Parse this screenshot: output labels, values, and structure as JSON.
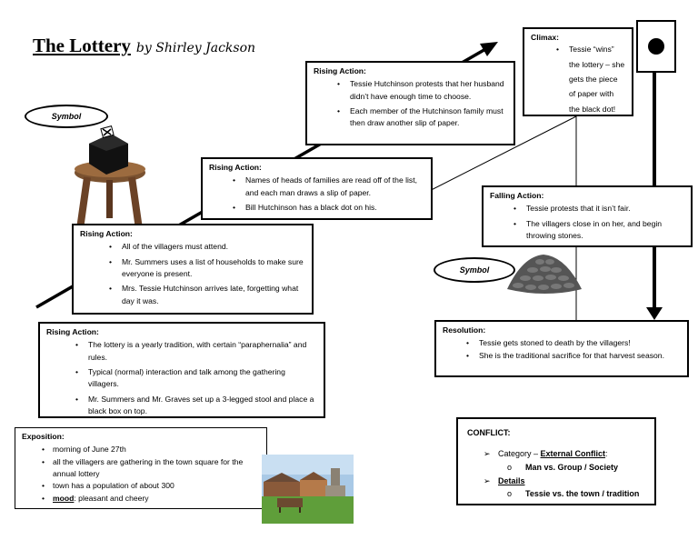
{
  "title": {
    "main": "The Lottery",
    "author": "by Shirley Jackson"
  },
  "symbol_label_1": "Symbol",
  "symbol_label_2": "Symbol",
  "exposition": {
    "heading": "Exposition:",
    "items": [
      "morning of June 27th",
      "all the villagers are gathering in the town square for the annual lottery",
      "town has a population of about 300"
    ],
    "mood_label": "mood",
    "mood_value": ":  pleasant and cheery"
  },
  "rising1": {
    "heading": "Rising Action:",
    "items": [
      "The lottery is a yearly tradition, with certain “paraphernalia” and rules.",
      "Typical (normal) interaction and talk among the gathering villagers.",
      "Mr. Summers and Mr. Graves set up a 3-legged stool and place a black box on top."
    ]
  },
  "rising2": {
    "heading": "Rising Action:",
    "items": [
      "All of the villagers must attend.",
      "Mr. Summers uses a list of households to make sure everyone is present.",
      "Mrs. Tessie Hutchinson arrives late, forgetting what day it was."
    ]
  },
  "rising3": {
    "heading": "Rising Action:",
    "items": [
      "Names of heads of families are read off of the list, and each man draws a slip of paper.",
      "Bill Hutchinson has a black dot on his."
    ]
  },
  "rising4": {
    "heading": "Rising Action:",
    "items": [
      "Tessie Hutchinson protests that her husband didn’t have enough time to choose.",
      "Each member of the Hutchinson family must then draw another slip of paper."
    ]
  },
  "climax": {
    "heading": "Climax:",
    "items": [
      "Tessie “wins” the lottery – she gets the piece of paper with the black dot!"
    ]
  },
  "falling": {
    "heading": "Falling Action:",
    "items": [
      "Tessie protests that it isn’t fair.",
      "The villagers close in on her, and begin throwing stones."
    ]
  },
  "resolution": {
    "heading": "Resolution:",
    "items": [
      "Tessie gets stoned to death by the villagers!",
      "She is the traditional sacrifice for that harvest season."
    ]
  },
  "conflict": {
    "heading": "CONFLICT:",
    "category_label": "Category – ",
    "category_value": "External Conflict",
    "category_colon": ":",
    "category_detail": "Man vs. Group / Society",
    "details_label": "Details",
    "details_value": "Tessie vs. the town / tradition"
  }
}
